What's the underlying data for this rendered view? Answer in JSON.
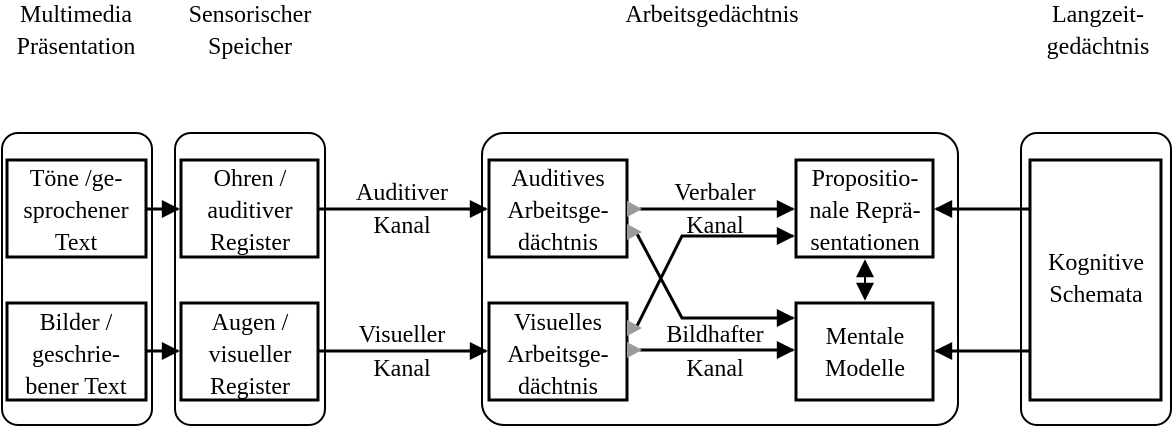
{
  "headers": {
    "col1": [
      "Multimedia",
      "Präsentation"
    ],
    "col2": [
      "Sensorischer",
      "Speicher"
    ],
    "col3": [
      "Arbeitsgedächtnis"
    ],
    "col4": [
      "Langzeit-",
      "gedächtnis"
    ]
  },
  "boxes": {
    "tones": [
      "Töne /ge-",
      "sprochener",
      "Text"
    ],
    "images": [
      "Bilder /",
      "geschrie-",
      "bener Text"
    ],
    "ears": [
      "Ohren /",
      "auditiver",
      "Register"
    ],
    "eyes": [
      "Augen /",
      "visueller",
      "Register"
    ],
    "auditory_wm": [
      "Auditives",
      "Arbeitsge-",
      "dächtnis"
    ],
    "visual_wm": [
      "Visuelles",
      "Arbeitsge-",
      "dächtnis"
    ],
    "propositional": [
      "Propositio-",
      "nale Reprä-",
      "sentationen"
    ],
    "mental_models": [
      "Mentale",
      "Modelle"
    ],
    "schemata": [
      "Kognitive",
      "Schemata"
    ]
  },
  "edge_labels": {
    "auditory_channel": [
      "Auditiver",
      "Kanal"
    ],
    "visual_channel": [
      "Visueller",
      "Kanal"
    ],
    "verbal_channel": [
      "Verbaler",
      "Kanal"
    ],
    "pictorial_channel": [
      "Bildhafter",
      "Kanal"
    ]
  },
  "colors": {
    "stroke": "#000000",
    "marker_gray": "#9a9a9a",
    "background": "#ffffff"
  }
}
